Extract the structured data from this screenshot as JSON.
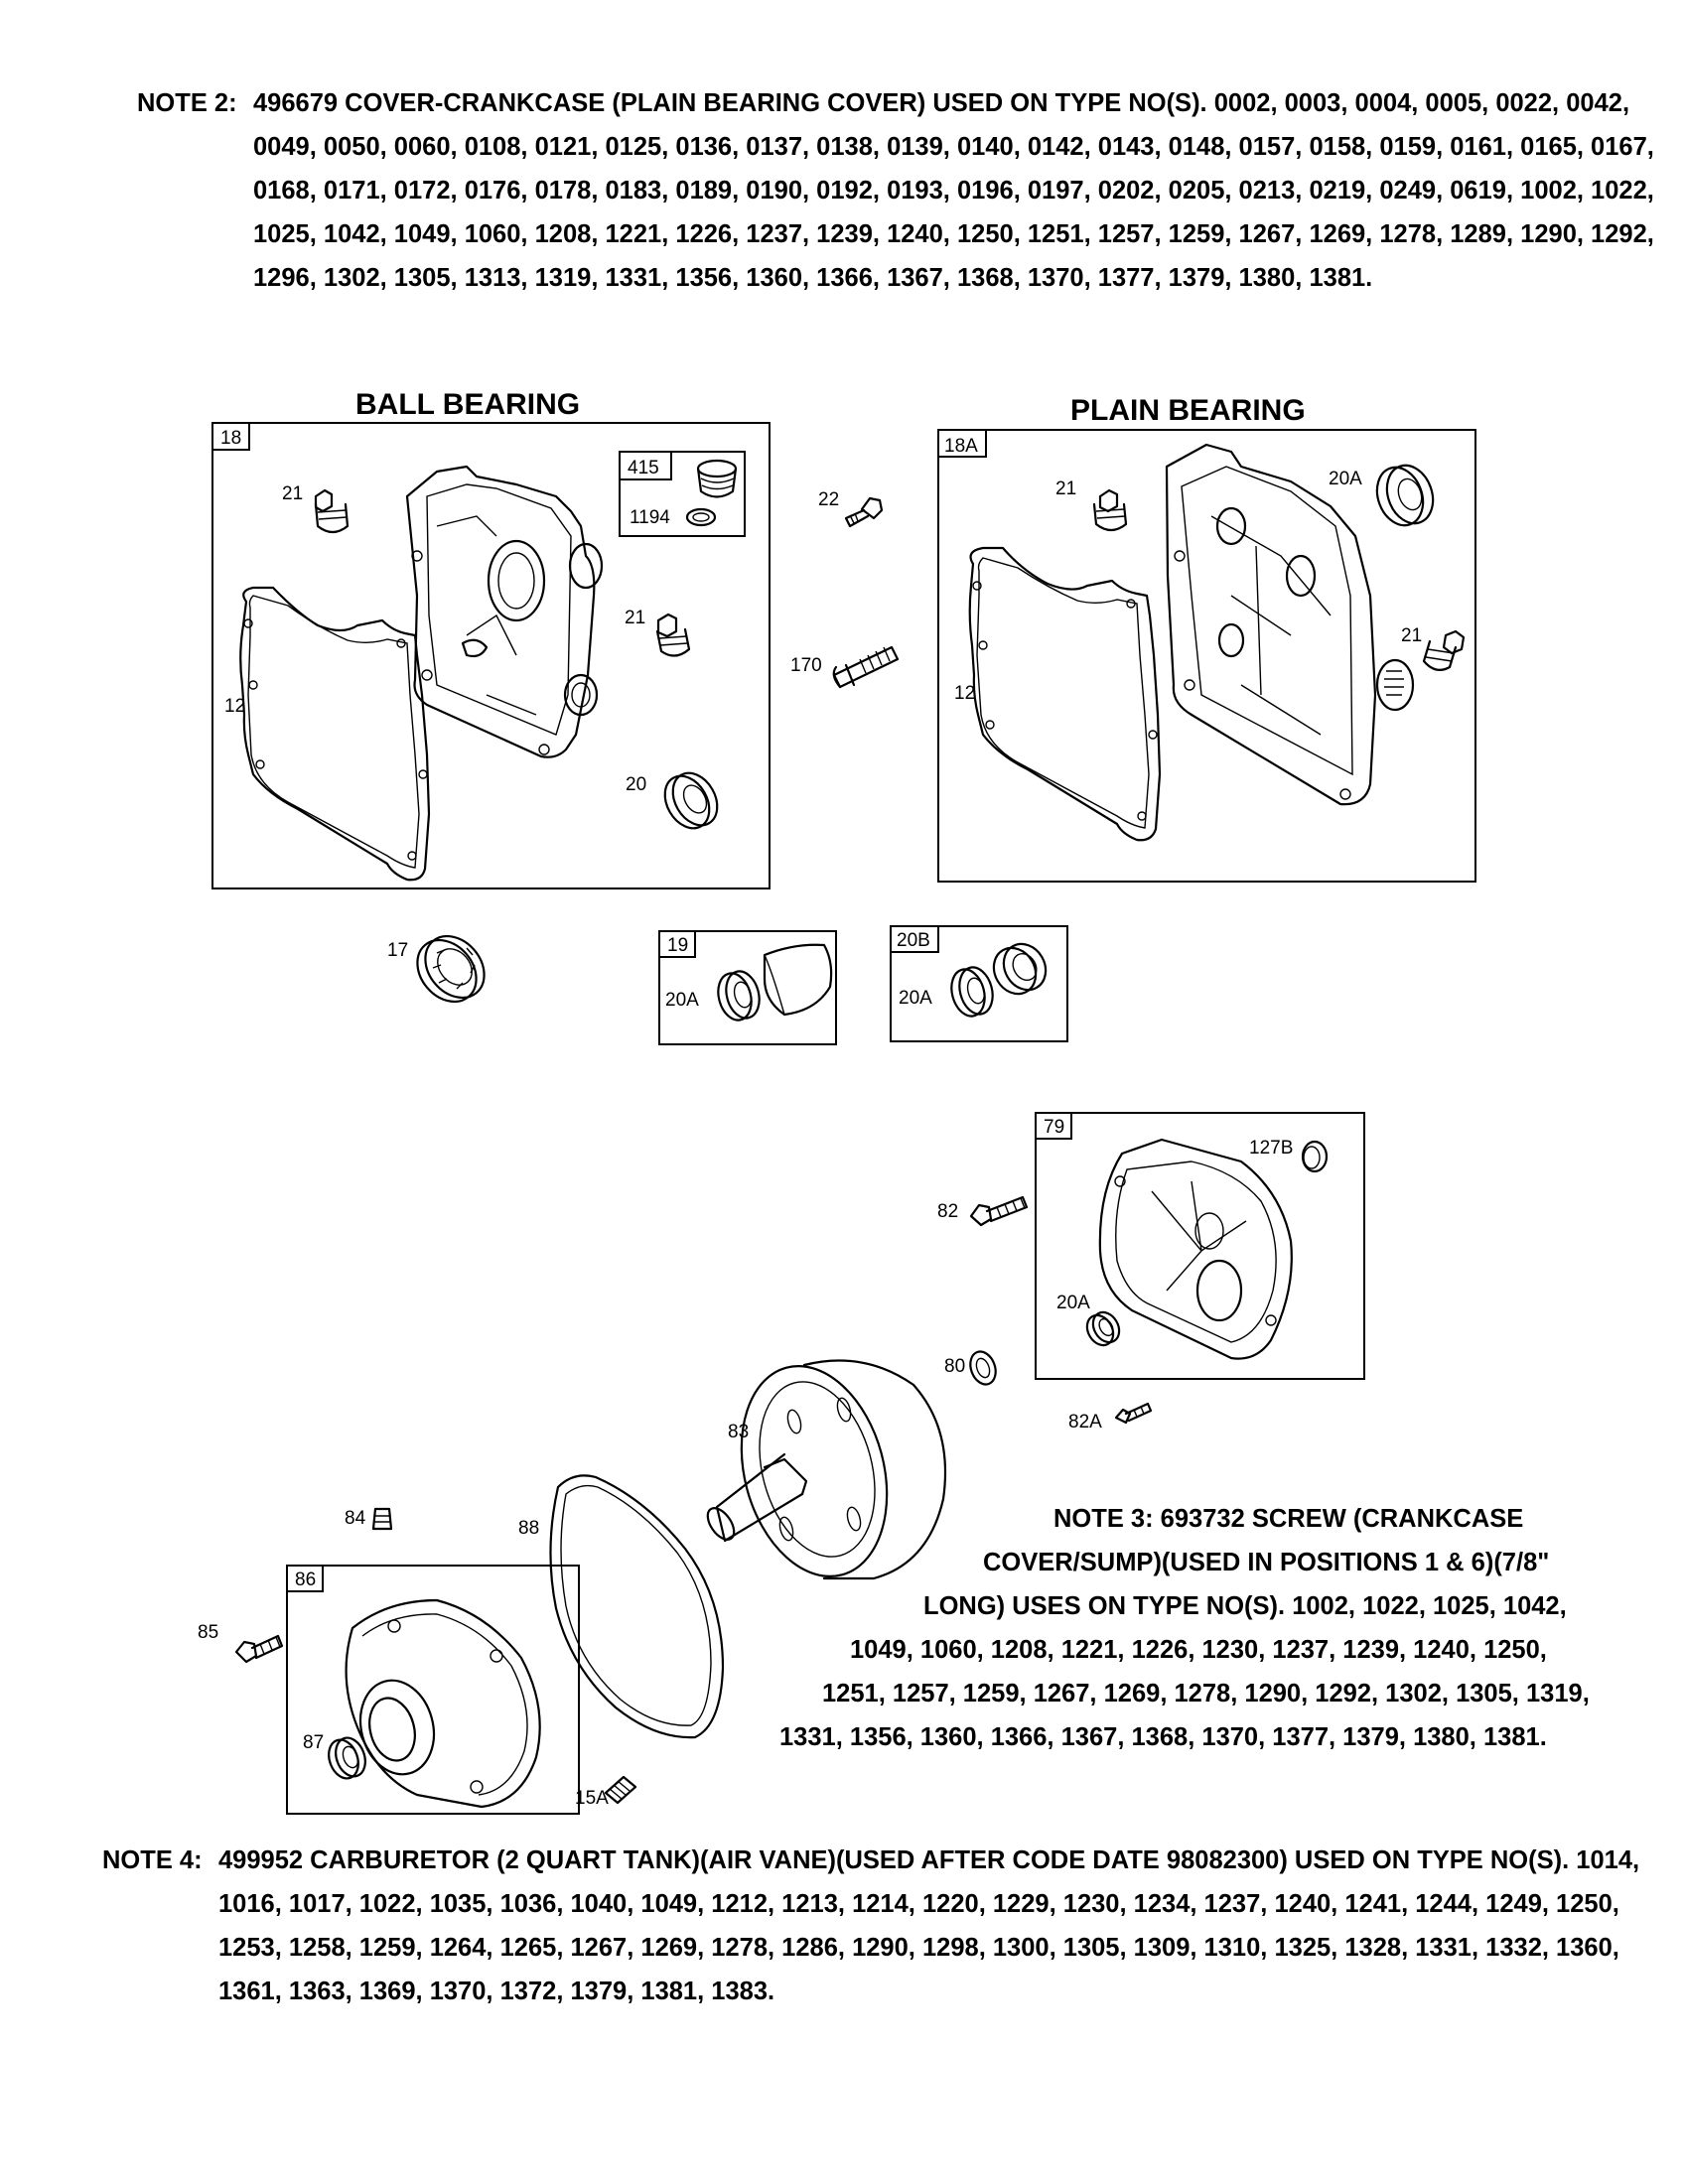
{
  "note2": {
    "label": "NOTE 2:",
    "text": "496679 COVER-CRANKCASE (PLAIN BEARING COVER) USED ON TYPE NO(S). 0002, 0003, 0004, 0005, 0022, 0042, 0049, 0050, 0060, 0108, 0121, 0125, 0136, 0137, 0138, 0139, 0140, 0142, 0143, 0148, 0157, 0158, 0159, 0161, 0165, 0167, 0168, 0171, 0172, 0176, 0178, 0183, 0189, 0190, 0192, 0193, 0196, 0197, 0202, 0205, 0213, 0219, 0249, 0619, 1002, 1022, 1025, 1042, 1049, 1060, 1208, 1221, 1226, 1237, 1239, 1240, 1250, 1251, 1257, 1259, 1267, 1269, 1278, 1289, 1290, 1292, 1296, 1302, 1305, 1313, 1319, 1331, 1356, 1360, 1366, 1367, 1368, 1370, 1377, 1379, 1380, 1381."
  },
  "sections": {
    "ball_bearing": "BALL BEARING",
    "plain_bearing": "PLAIN BEARING"
  },
  "boxes": {
    "b18": "18",
    "b415": "415",
    "b18a": "18A",
    "b19": "19",
    "b20b": "20B",
    "b79": "79",
    "b86": "86"
  },
  "labels": {
    "l21a": "21",
    "l1194": "1194",
    "l21b": "21",
    "l12a": "12",
    "l20": "20",
    "l22": "22",
    "l170": "170",
    "l21c": "21",
    "l20a_top": "20A",
    "l12b": "12",
    "l21d": "21",
    "l17": "17",
    "l20a_19": "20A",
    "l20a_20b": "20A",
    "l127b": "127B",
    "l82": "82",
    "l20a_79": "20A",
    "l80": "80",
    "l82a": "82A",
    "l83": "83",
    "l84": "84",
    "l88": "88",
    "l85": "85",
    "l87": "87",
    "l15a": "15A"
  },
  "note3": {
    "lines": [
      "NOTE 3: 693732 SCREW (CRANKCASE",
      "COVER/SUMP)(USED IN POSITIONS 1 & 6)(7/8\"",
      "LONG) USES ON TYPE NO(S). 1002, 1022, 1025, 1042,",
      "1049, 1060, 1208, 1221, 1226, 1230, 1237, 1239, 1240, 1250,",
      "1251, 1257, 1259, 1267, 1269, 1278, 1290, 1292, 1302, 1305, 1319,",
      "1331, 1356, 1360, 1366, 1367, 1368, 1370, 1377, 1379, 1380, 1381."
    ]
  },
  "note4": {
    "label": "NOTE 4:",
    "text": "499952 CARBURETOR (2 QUART TANK)(AIR VANE)(USED AFTER CODE DATE 98082300) USED ON TYPE NO(S). 1014, 1016, 1017, 1022, 1035, 1036, 1040, 1049, 1212, 1213, 1214, 1220, 1229, 1230, 1234, 1237, 1240, 1241, 1244, 1249, 1250, 1253, 1258, 1259, 1264, 1265, 1267, 1269, 1278, 1286, 1290, 1298, 1300, 1305, 1309, 1310, 1325, 1328, 1331, 1332, 1360, 1361, 1363, 1369, 1370, 1372, 1379, 1381, 1383."
  }
}
